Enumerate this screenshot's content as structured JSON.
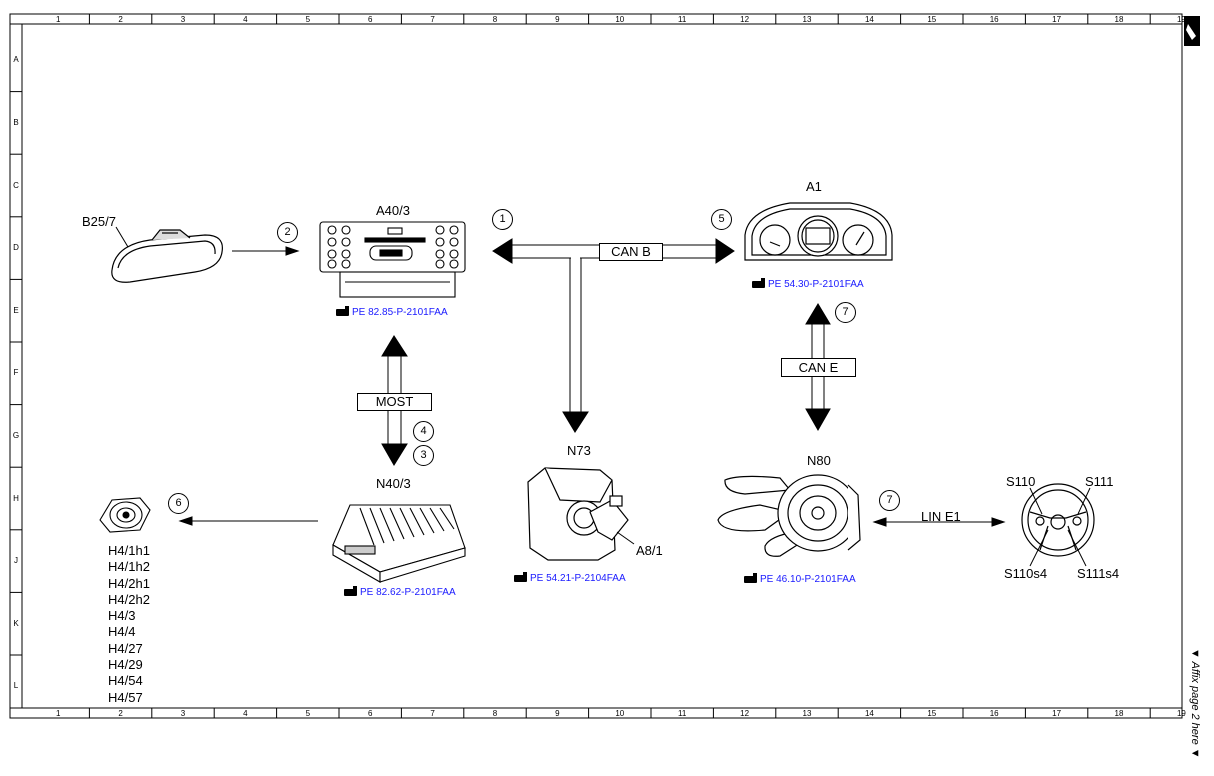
{
  "grid": {
    "columns": [
      "1",
      "2",
      "3",
      "4",
      "5",
      "6",
      "7",
      "8",
      "9",
      "10",
      "11",
      "12",
      "13",
      "14",
      "15",
      "16",
      "17",
      "18",
      "19"
    ],
    "rows": [
      "A",
      "B",
      "C",
      "D",
      "E",
      "F",
      "G",
      "H",
      "J",
      "K",
      "L"
    ]
  },
  "components": {
    "b25_7": "B25/7",
    "a40_3": "A40/3",
    "a1": "A1",
    "n73": "N73",
    "a8_1": "A8/1",
    "n40_3": "N40/3",
    "n80": "N80",
    "s110": "S110",
    "s111": "S111",
    "s110s4": "S110s4",
    "s111s4": "S111s4"
  },
  "references": {
    "a40_3": "PE 82.85-P-2101FAA",
    "a1": "PE 54.30-P-2101FAA",
    "n40_3": "PE 82.62-P-2101FAA",
    "n73": "PE 54.21-P-2104FAA",
    "n80": "PE 46.10-P-2101FAA"
  },
  "buses": {
    "can_b": "CAN B",
    "can_e": "CAN E",
    "most": "MOST",
    "lin_e1": "LIN E1"
  },
  "markers": {
    "m1": "1",
    "m2": "2",
    "m3": "3",
    "m4": "4",
    "m5": "5",
    "m6": "6",
    "m7a": "7",
    "m7b": "7"
  },
  "speakers": [
    "H4/1h1",
    "H4/1h2",
    "H4/2h1",
    "H4/2h2",
    "H4/3",
    "H4/4",
    "H4/27",
    "H4/29",
    "H4/54",
    "H4/57"
  ],
  "side_note": "▼ Affix page 2 here ▼",
  "colors": {
    "reference_text": "#1a1aff",
    "line": "#000000"
  }
}
